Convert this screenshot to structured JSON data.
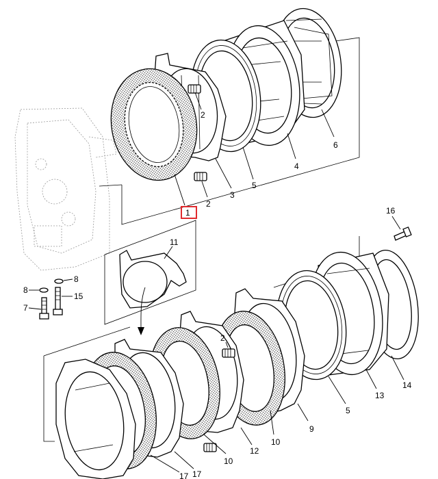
{
  "diagram": {
    "labels": {
      "l1": "1",
      "l2a": "2",
      "l2b": "2",
      "l3": "3",
      "l4": "4",
      "l5a": "5",
      "l6": "6",
      "l7": "7",
      "l8a": "8",
      "l8b": "8",
      "l15": "15",
      "l11": "11",
      "l16": "16",
      "l2c": "2",
      "l10a": "10",
      "l12": "12",
      "l10b": "10",
      "l9": "9",
      "l5b": "5",
      "l13": "13",
      "l14": "14",
      "l17a": "17",
      "l17b": "17"
    },
    "highlight_color": "#e0292d"
  }
}
